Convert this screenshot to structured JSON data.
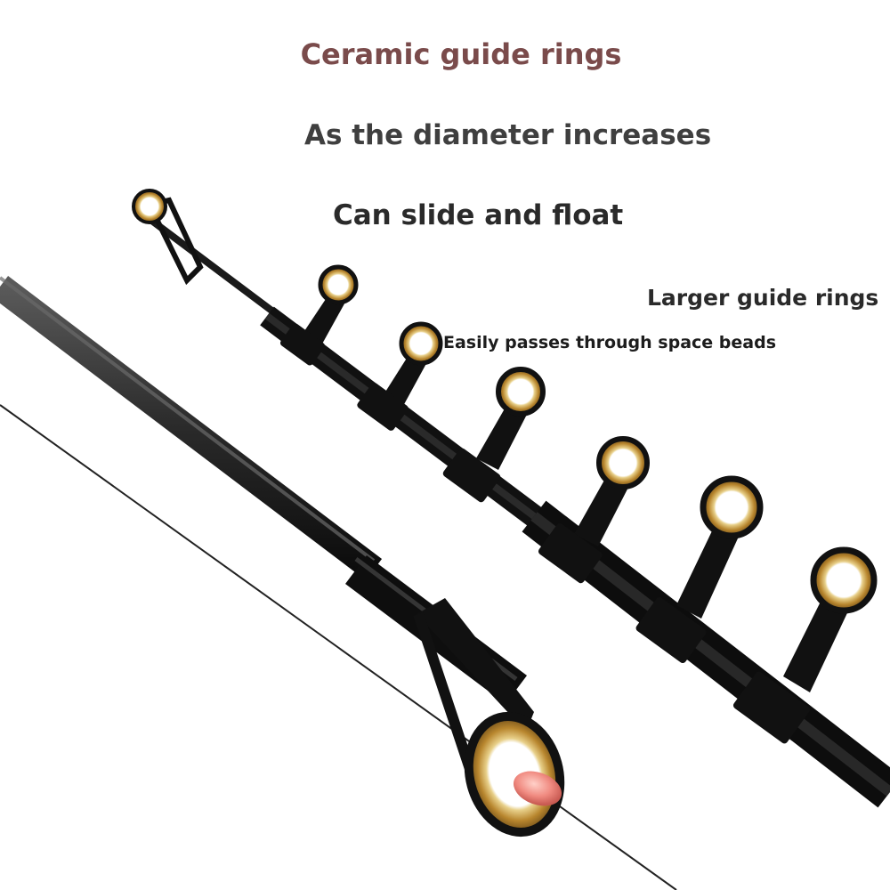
{
  "texts": {
    "headline": "Ceramic guide rings",
    "line_diameter": "As the diameter increases",
    "line_slide": "Can slide and float",
    "line_larger": "Larger guide rings",
    "line_beads": "Easily passes through space beads"
  },
  "colors": {
    "headline": "#7a4b4b",
    "rod_dark": "#141414",
    "rod_mid": "#3a3a3a",
    "gold_ring": "#c9a24a",
    "bead": "#f08a80"
  }
}
